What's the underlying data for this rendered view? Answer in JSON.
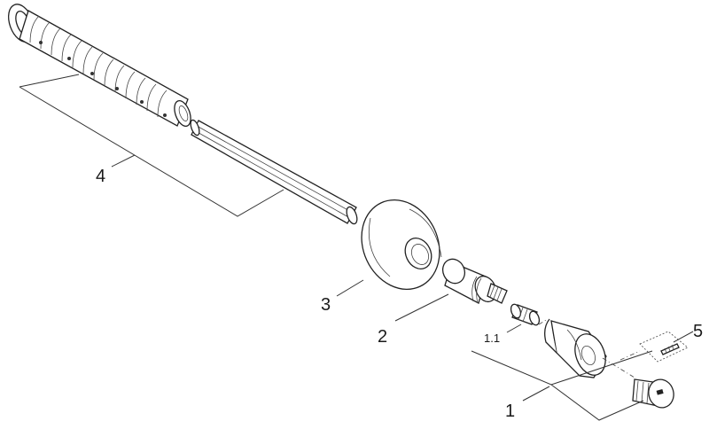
{
  "labels": {
    "part_1": "1",
    "part_1_1": "1.1",
    "part_2": "2",
    "part_3": "3",
    "part_4": "4",
    "part_5": "5"
  }
}
